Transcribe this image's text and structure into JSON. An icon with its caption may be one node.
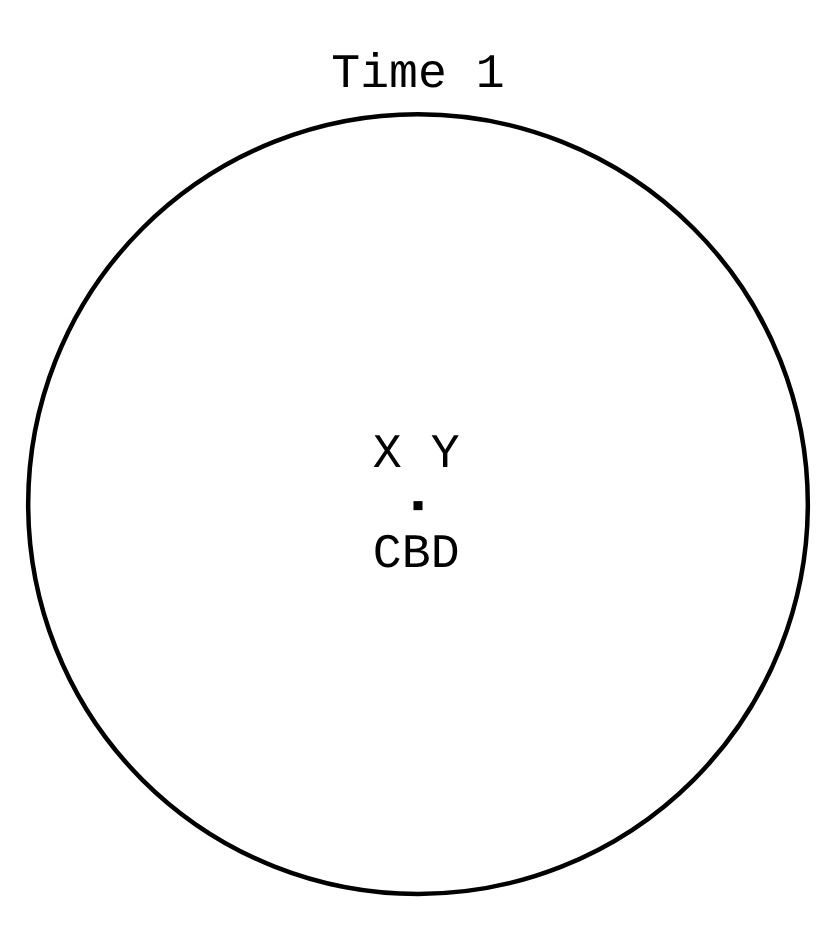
{
  "diagram": {
    "title": "Time 1",
    "nodes": [
      {
        "text": [
          "X Y",
          "CBD"
        ]
      }
    ]
  }
}
